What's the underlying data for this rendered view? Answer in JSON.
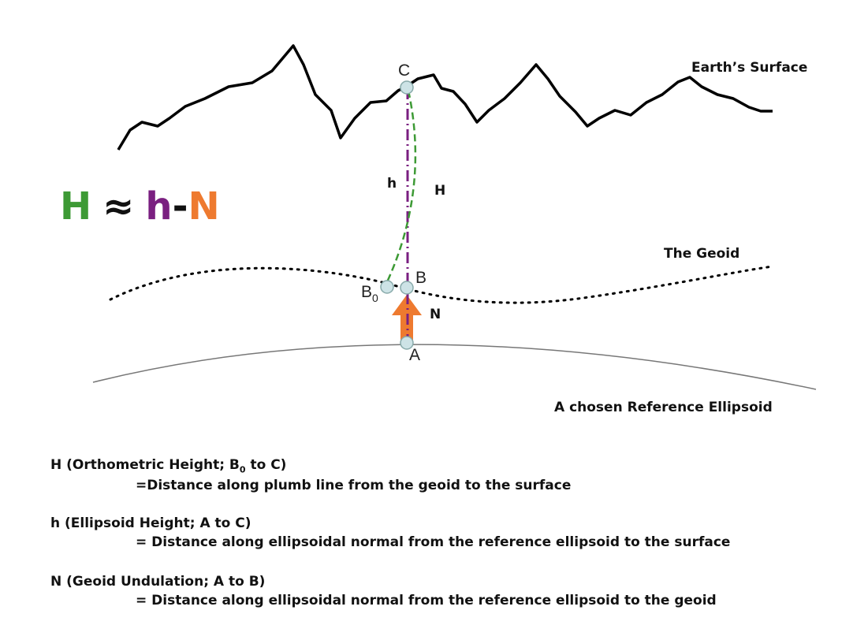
{
  "labels": {
    "earth_surface": "Earth’s Surface",
    "geoid": "The Geoid",
    "ellipsoid": "A chosen Reference Ellipsoid",
    "h_line": "h",
    "H_line": "H",
    "N_arrow": "N"
  },
  "points": {
    "C": "C",
    "B": "B",
    "B0": "B",
    "B0_sub": "0",
    "A": "A"
  },
  "equation": {
    "H": "H",
    "approx": "≈",
    "h": "h",
    "minus": "-",
    "N": "N"
  },
  "colors": {
    "H": "#3d9a35",
    "h": "#7a1f80",
    "N": "#ee7a2f",
    "point_fill": "#cde3e6"
  },
  "definitions": [
    {
      "title_pre": "H (Orthometric Height; B",
      "title_sub": "0",
      "title_post": " to C)",
      "desc": "=Distance along plumb line from the geoid to the surface"
    },
    {
      "title_pre": "h (Ellipsoid Height; A to C)",
      "title_sub": "",
      "title_post": "",
      "desc": "= Distance along ellipsoidal normal from the reference ellipsoid to the surface"
    },
    {
      "title_pre": "N (Geoid Undulation; A to B)",
      "title_sub": "",
      "title_post": "",
      "desc": "= Distance along ellipsoidal normal from the reference ellipsoid to the geoid"
    }
  ]
}
